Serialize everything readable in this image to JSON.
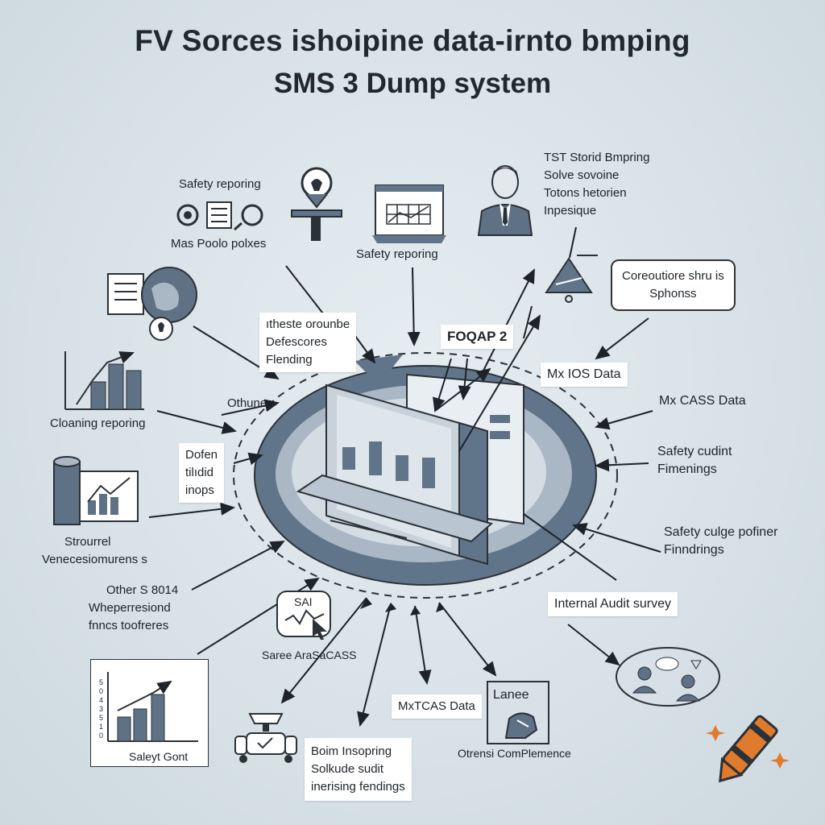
{
  "title": {
    "line1": "FV Sorces ishoipine data-irnto bmping",
    "line2": "SMS 3 Dump system"
  },
  "labels": {
    "safety_reporing_top": "Safety reporing",
    "mas_poolo": "Mas Poolo polxes",
    "safety_reporing_mid": "Safety reporing",
    "tst_lines": [
      "TST Storid Bmpring",
      "Solve sovoine",
      "Totons hetorien",
      "Inpesique"
    ],
    "bubble_lines": [
      "Coreoutiore shru is",
      "Sphonss"
    ],
    "hitheste_lines": [
      "ıtheste orounbe",
      "Defescores",
      "Flending"
    ],
    "foqap": "FOQAP 2",
    "mx_ios": "Mx IOS Data",
    "mx_cass": "Mx CASS Data",
    "othunes": "Othunes",
    "cloning": "Cloaning reporing",
    "dofen_lines": [
      "Dofen",
      "tilıdid",
      "inops"
    ],
    "safety_cudint": [
      "Safety cudint",
      "Fimenings"
    ],
    "safety_culge": [
      "Safety culge pofiner",
      "Finndrings"
    ],
    "internal_audit": "Internal Audit survey",
    "strourrel": [
      "Strourrel",
      "Venecesiomurens s"
    ],
    "other_s": [
      "Other S 8014",
      "Wheperresiond",
      "fnncs toofreres"
    ],
    "saree": "Saree AraSaCASS",
    "sai": "SAI",
    "mxtcas": "MxTCAS Data",
    "lanee": "Lanee",
    "otrensi": "Otrensi ComPlemence",
    "bottom_box": [
      "Boim Insoprіng",
      "Solkude sudit",
      "inerising fendings"
    ],
    "saleyt": "Saleyt Gont",
    "chart_ticks": [
      "5",
      "0",
      "4",
      "3",
      "5",
      "1",
      "0"
    ]
  },
  "colors": {
    "background": "#d7e1e7",
    "slate": "#5f7184",
    "dark": "#2b3138",
    "accent_orange": "#e07a2c"
  }
}
